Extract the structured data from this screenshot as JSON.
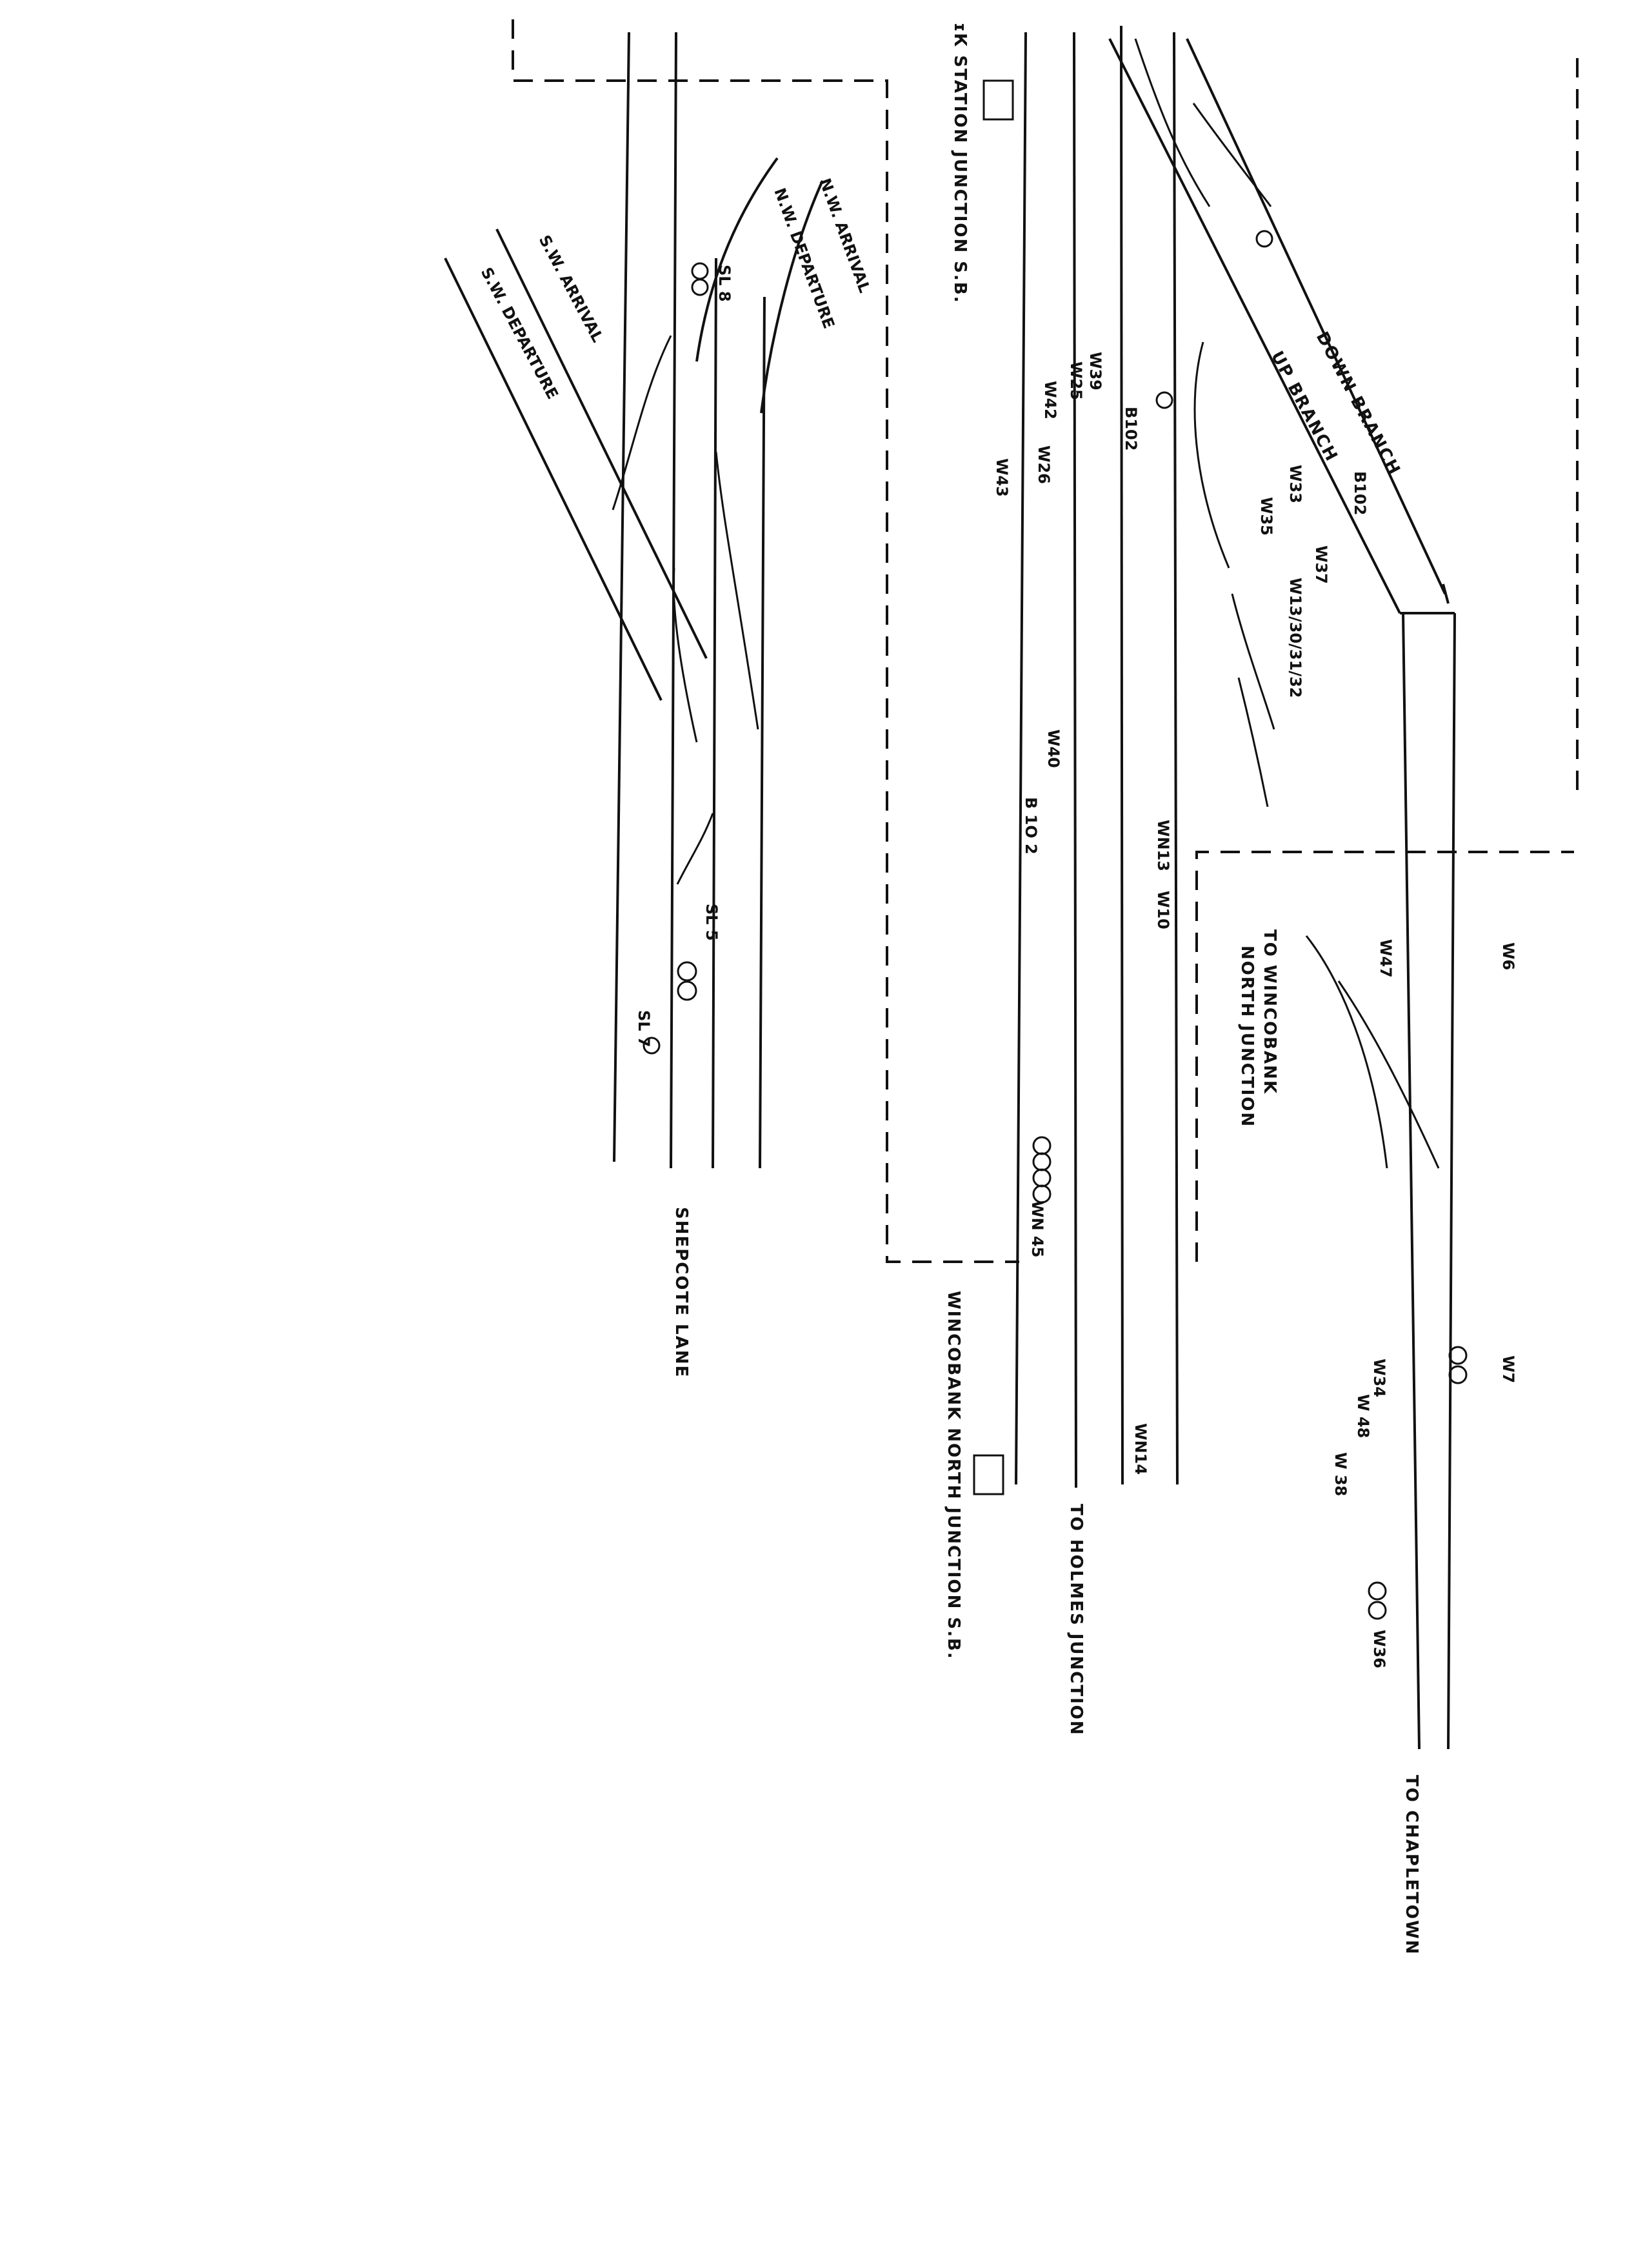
{
  "labels": {
    "station_sb": "ɪК  STATION  JUNCTION  S.B.",
    "north_sb": "WINCOBANK  NORTH  JUNCTION  S.B.",
    "shepcote": "SHEPCOTE  LANE",
    "to_holmes": "TO  HOLMES  JUNCTION",
    "to_chapletown": "TO  CHAPLETOWN",
    "to_wincobank_1": "TO  WINCOBANK",
    "to_wincobank_2": "NORTH  JUNCTION",
    "down_branch": "DOWN  BRANCH",
    "up_branch": "UP  BRANCH",
    "nw_arrival": "N.W. ARRIVAL",
    "nw_departure": "N.W. DEPARTURE",
    "sw_arrival": "S.W. ARRIVAL",
    "sw_departure": "S.W. DEPARTURE"
  },
  "codes": {
    "sl8": "SL 8",
    "sl5": "SL 5",
    "sl7": "SL 7",
    "w42": "W42",
    "w43": "W43",
    "w25": "W25",
    "w39": "W39",
    "w26": "W26",
    "b102a": "B102",
    "b102b": "B102",
    "b102c": "B 1O 2",
    "w33": "W33",
    "w35": "W35",
    "w37": "W37",
    "w13": "W13/30/31/32",
    "w40": "W40",
    "wn13": "WN13",
    "w10": "W10",
    "w6": "W6",
    "w47": "W47",
    "wn45": "WN 45",
    "w7": "W7",
    "w34": "W34",
    "w48": "W 48",
    "w38": "W 38",
    "w36": "W36",
    "wn14": "WN14"
  }
}
